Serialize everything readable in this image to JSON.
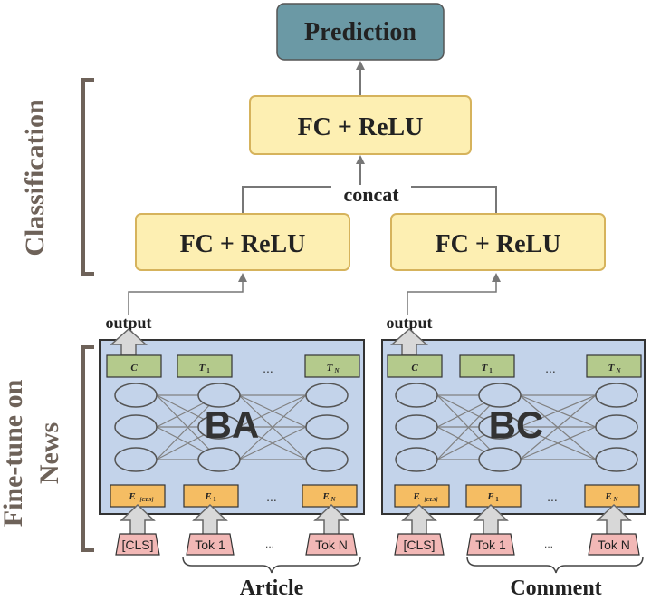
{
  "prediction": {
    "label": "Prediction"
  },
  "fc_top": {
    "label": "FC + ReLU"
  },
  "fc_left": {
    "label": "FC + ReLU"
  },
  "fc_right": {
    "label": "FC + ReLU"
  },
  "concat_label": "concat",
  "section_classification": "Classification",
  "section_finetune": {
    "line1": "Fine-tune on",
    "line2": "News"
  },
  "output_left": "output",
  "output_right": "output",
  "model_left": {
    "name": "BA",
    "top_tokens": {
      "first": "C",
      "second": "T",
      "second_sub": "1",
      "dots": "...",
      "last": "T",
      "last_sub": "N"
    },
    "embeddings": {
      "first": "E",
      "first_sub": "[CLS]",
      "second": "E",
      "second_sub": "1",
      "dots": "...",
      "last": "E",
      "last_sub": "N"
    },
    "inputs": {
      "first": "[CLS]",
      "second": "Tok 1",
      "dots": "...",
      "last": "Tok N"
    },
    "caption": "Article"
  },
  "model_right": {
    "name": "BC",
    "top_tokens": {
      "first": "C",
      "second": "T",
      "second_sub": "1",
      "dots": "...",
      "last": "T",
      "last_sub": "N"
    },
    "embeddings": {
      "first": "E",
      "first_sub": "[CLS]",
      "second": "E",
      "second_sub": "1",
      "dots": "...",
      "last": "E",
      "last_sub": "N"
    },
    "inputs": {
      "first": "[CLS]",
      "second": "Tok 1",
      "dots": "...",
      "last": "Tok N"
    },
    "caption": "Comment"
  },
  "colors": {
    "prediction_fill": "#6b99a5",
    "fc_fill": "#fdefb2",
    "fc_stroke": "#d6b35c",
    "model_fill": "#c3d3ea",
    "token_fill": "#b4ca8c",
    "embed_fill": "#f5bd63",
    "input_fill": "#f2b8b6",
    "bracket": "#6e6259",
    "line": "#777777"
  }
}
